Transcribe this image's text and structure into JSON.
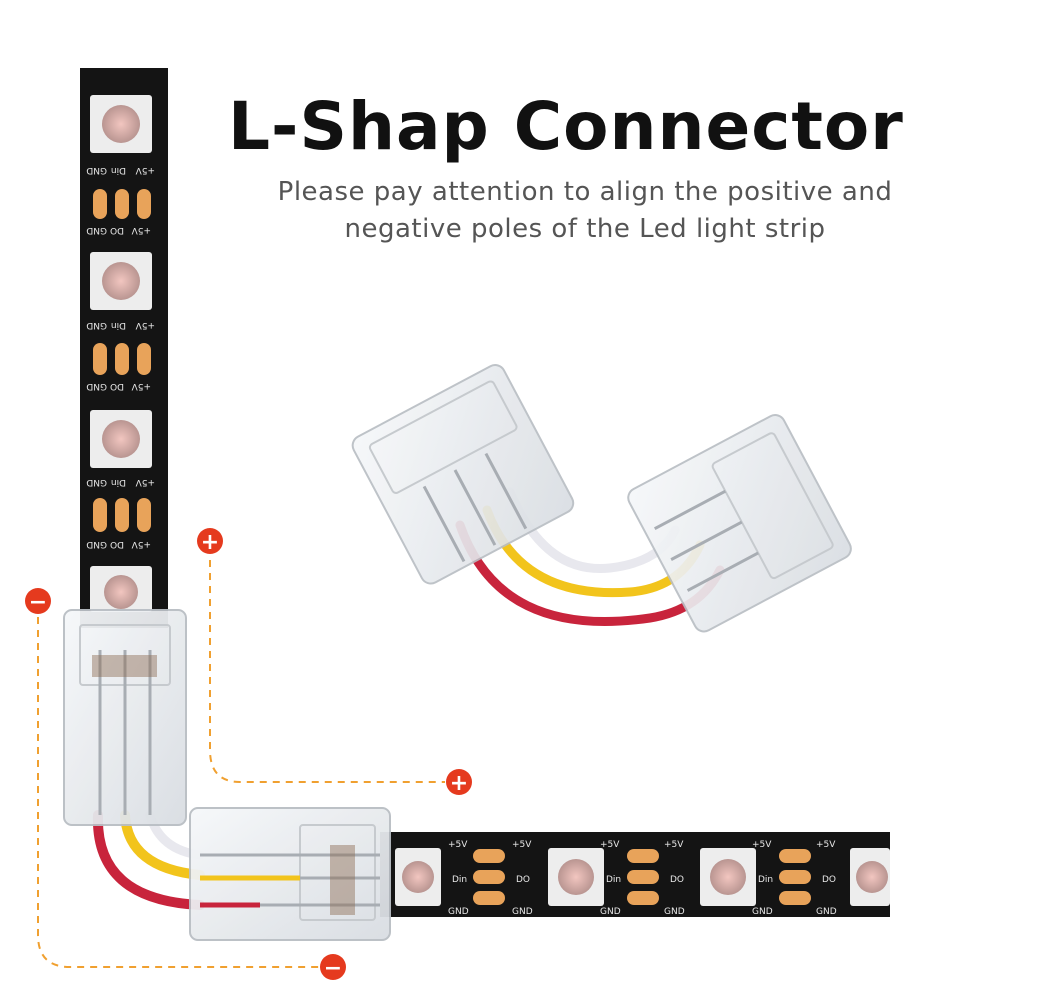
{
  "title": "L-Shap Connector",
  "subtitle_lines": [
    "Please pay attention to align the positive and",
    "negative poles of the Led light strip"
  ],
  "pad_labels": {
    "plus5v": "+5V",
    "din": "Din",
    "gnd": "GND",
    "do": "DO"
  },
  "polarity": {
    "positive_symbol": "+",
    "negative_symbol": "−"
  },
  "colors": {
    "strip_pcb": "#141414",
    "solder_pad": "#e8a35a",
    "wire_red": "#c8243c",
    "wire_yellow": "#f2c41c",
    "wire_white": "#e8e8ee",
    "guide_line": "#f0a030",
    "badge": "#e53a1e"
  }
}
